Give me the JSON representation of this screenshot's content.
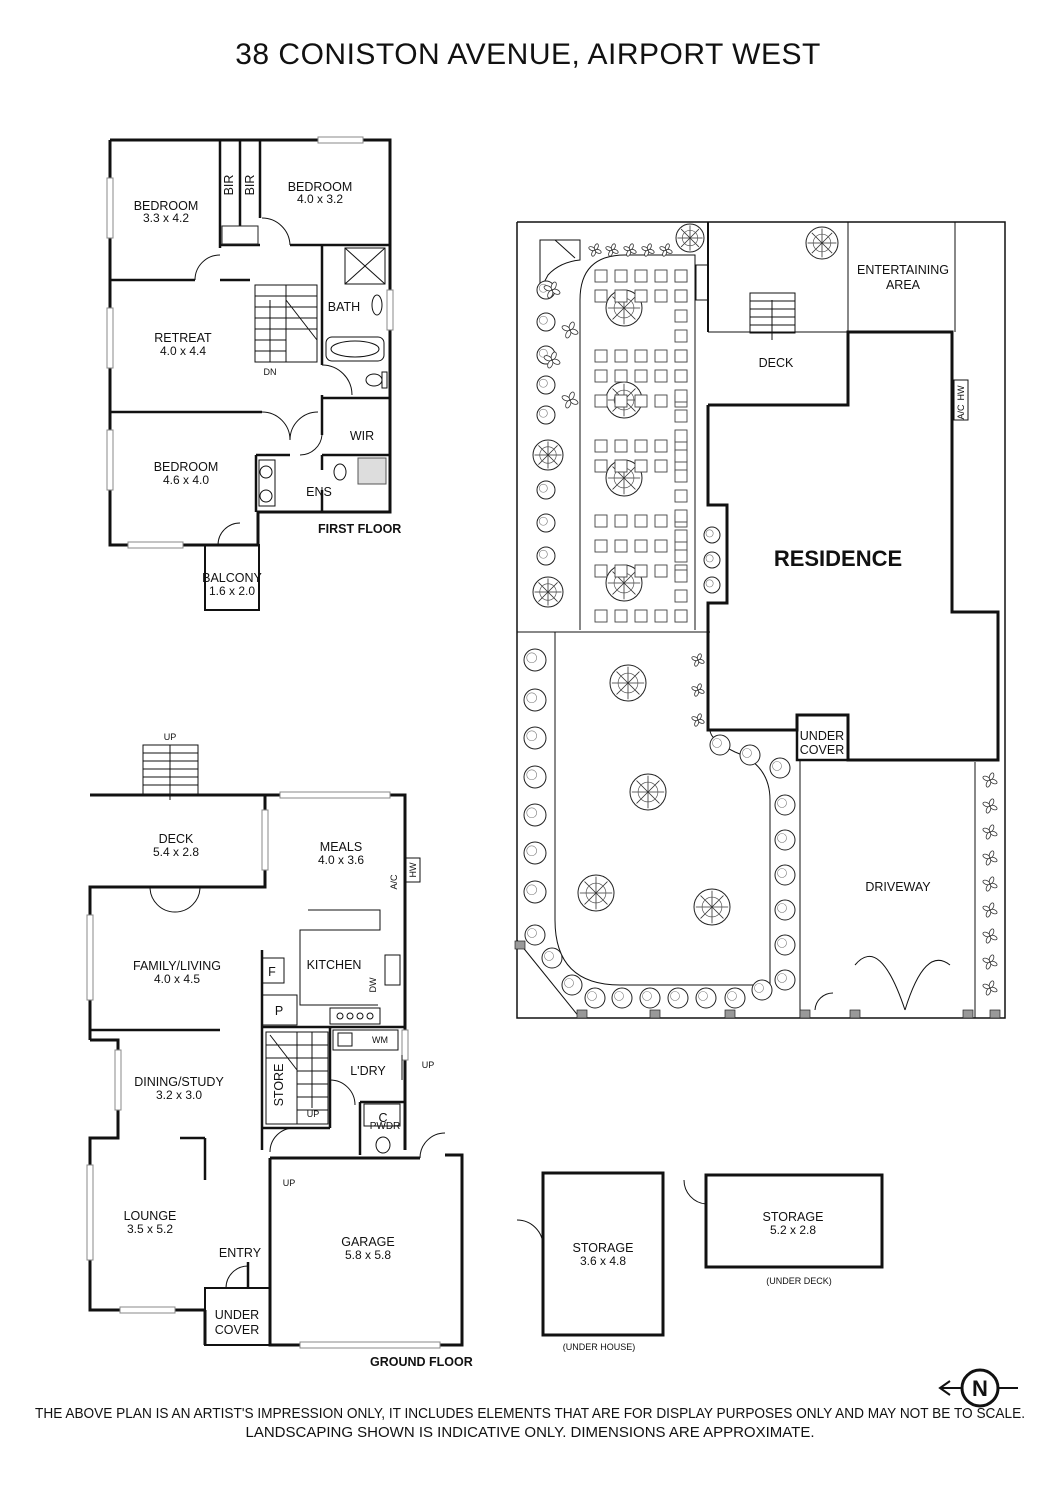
{
  "title": "38 CONISTON AVENUE, AIRPORT WEST",
  "disclaimer": {
    "line1": "THE ABOVE PLAN IS AN ARTIST'S IMPRESSION ONLY, IT INCLUDES ELEMENTS THAT ARE FOR DISPLAY PURPOSES ONLY AND MAY NOT BE TO SCALE.",
    "line2": "LANDSCAPING SHOWN IS INDICATIVE ONLY. DIMENSIONS ARE APPROXIMATE."
  },
  "first_floor": {
    "label": "FIRST FLOOR",
    "bedroom_nw": {
      "name": "BEDROOM",
      "dim": "3.3 x 4.2"
    },
    "bedroom_ne": {
      "name": "BEDROOM",
      "dim": "4.0 x 3.2"
    },
    "bir1": "BIR",
    "bir2": "BIR",
    "retreat": {
      "name": "RETREAT",
      "dim": "4.0 x 4.4"
    },
    "bath": "BATH",
    "dn": "DN",
    "wir": "WIR",
    "bedroom_s": {
      "name": "BEDROOM",
      "dim": "4.6 x 4.0"
    },
    "ens": "ENS",
    "balcony": {
      "name": "BALCONY",
      "dim": "1.6 x 2.0"
    }
  },
  "ground_floor": {
    "label": "GROUND FLOOR",
    "up_deck": "UP",
    "deck": {
      "name": "DECK",
      "dim": "5.4 x 2.8"
    },
    "meals": {
      "name": "MEALS",
      "dim": "4.0 x 3.6"
    },
    "hw": "HW",
    "ac": "A/C",
    "family": {
      "name": "FAMILY/LIVING",
      "dim": "4.0 x 4.5"
    },
    "kitchen": "KITCHEN",
    "f": "F",
    "p": "P",
    "dw": "DW",
    "wm": "WM",
    "up_ldry": "UP",
    "store": "STORE",
    "ldry": "L'DRY",
    "c": "C",
    "pwdr": "PWDR",
    "up_stair": "UP",
    "up_garage": "UP",
    "dining": {
      "name": "DINING/STUDY",
      "dim": "3.2 x 3.0"
    },
    "lounge": {
      "name": "LOUNGE",
      "dim": "3.5 x 5.2"
    },
    "entry": "ENTRY",
    "under_cover": [
      "UNDER",
      "COVER"
    ],
    "garage": {
      "name": "GARAGE",
      "dim": "5.8 x 5.8"
    }
  },
  "site": {
    "entertaining": [
      "ENTERTAINING",
      "AREA"
    ],
    "deck": "DECK",
    "ac": "A/C",
    "hw": "HW",
    "residence": "RESIDENCE",
    "under_cover": [
      "UNDER",
      "COVER"
    ],
    "driveway": "DRIVEWAY"
  },
  "storage_under_house": {
    "name": "STORAGE",
    "dim": "3.6 x 4.8",
    "note": "(UNDER HOUSE)"
  },
  "storage_under_deck": {
    "name": "STORAGE",
    "dim": "5.2 x 2.8",
    "note": "(UNDER DECK)"
  },
  "north": "N",
  "icons": [
    "north-arrow-icon",
    "tree-icon",
    "shrub-icon",
    "door-swing-icon",
    "stair-icon",
    "bathtub-icon",
    "toilet-icon",
    "sink-icon"
  ]
}
